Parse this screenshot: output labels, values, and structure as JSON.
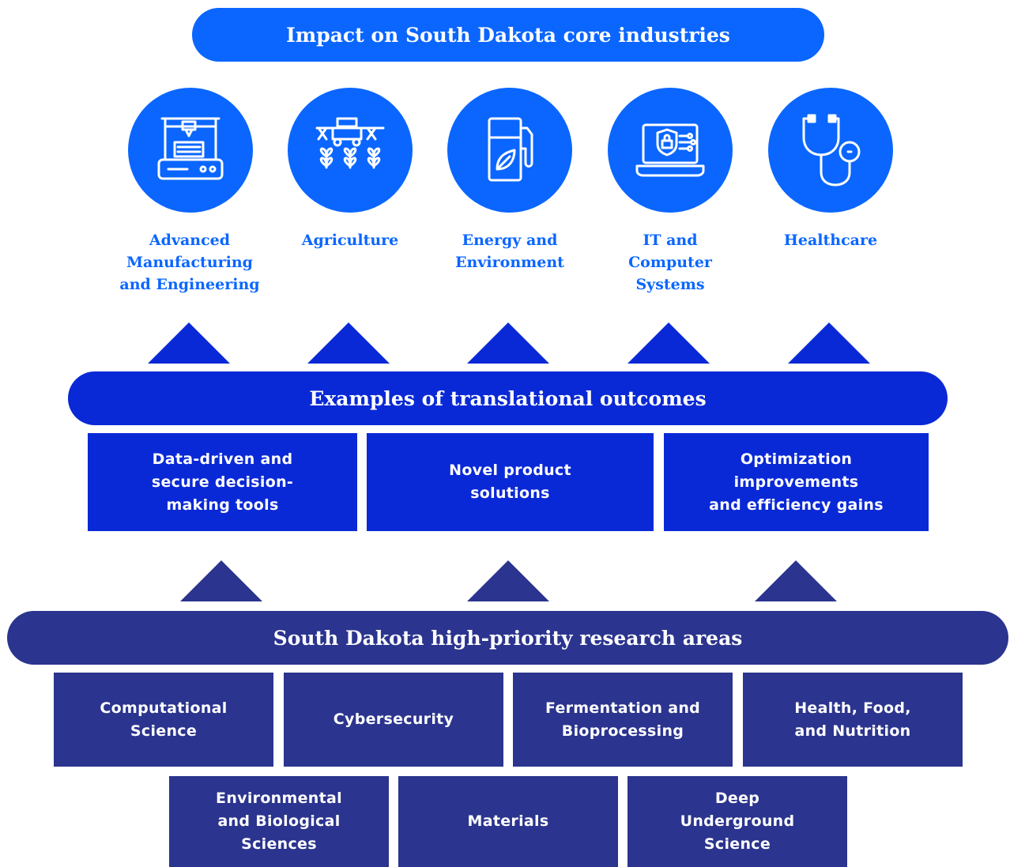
{
  "header": {
    "title": "Impact on South Dakota core industries"
  },
  "industries": [
    {
      "label": "Advanced\nManufacturing\nand Engineering",
      "icon": "3d-printer-icon"
    },
    {
      "label": "Agriculture",
      "icon": "farm-sprayer-crops-icon"
    },
    {
      "label": "Energy and\nEnvironment",
      "icon": "green-fuel-pump-icon"
    },
    {
      "label": "IT and\nComputer\nSystems",
      "icon": "secure-laptop-icon"
    },
    {
      "label": "Healthcare",
      "icon": "stethoscope-icon"
    }
  ],
  "outcomes": {
    "title": "Examples of translational outcomes",
    "items": [
      "Data-driven and\nsecure decision-\nmaking tools",
      "Novel product\nsolutions",
      "Optimization\nimprovements\nand efficiency gains"
    ]
  },
  "research": {
    "title": "South Dakota high-priority research areas",
    "row1": [
      "Computational\nScience",
      "Cybersecurity",
      "Fermentation and\nBioprocessing",
      "Health, Food,\nand Nutrition"
    ],
    "row2": [
      "Environmental\nand Biological\nSciences",
      "Materials",
      "Deep\nUnderground\nScience"
    ]
  },
  "colors": {
    "bright_blue": "#0a66ff",
    "royal_blue": "#0a29d6",
    "navy": "#2b348e",
    "white": "#ffffff"
  }
}
